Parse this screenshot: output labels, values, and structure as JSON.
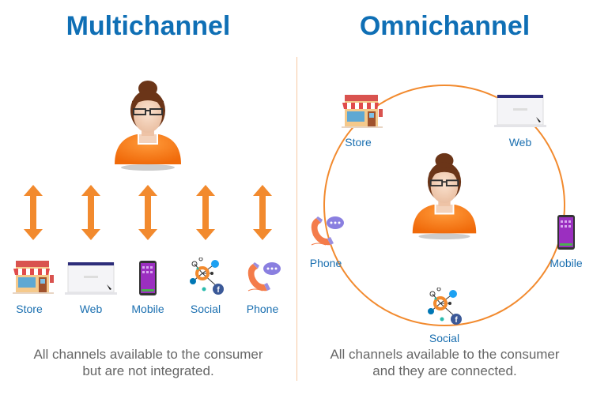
{
  "left": {
    "title": "Multichannel",
    "channels": [
      "Store",
      "Web",
      "Mobile",
      "Social",
      "Phone"
    ],
    "footer_line1": "All channels available to the consumer",
    "footer_line2": "but are not integrated."
  },
  "right": {
    "title": "Omnichannel",
    "channels": {
      "store": "Store",
      "web": "Web",
      "phone": "Phone",
      "mobile": "Mobile",
      "social": "Social"
    },
    "footer_line1": "All channels available to the consumer",
    "footer_line2": "and they are connected."
  },
  "colors": {
    "title": "#0f6fb5",
    "label": "#1a6fb0",
    "accent": "#f28a2e",
    "text": "#666666"
  },
  "icons": {
    "person": "consumer-avatar-icon",
    "arrow": "double-arrow-icon",
    "store": "store-icon",
    "web": "browser-icon",
    "mobile": "smartphone-icon",
    "social": "social-network-icon",
    "phone": "phone-chat-icon"
  }
}
